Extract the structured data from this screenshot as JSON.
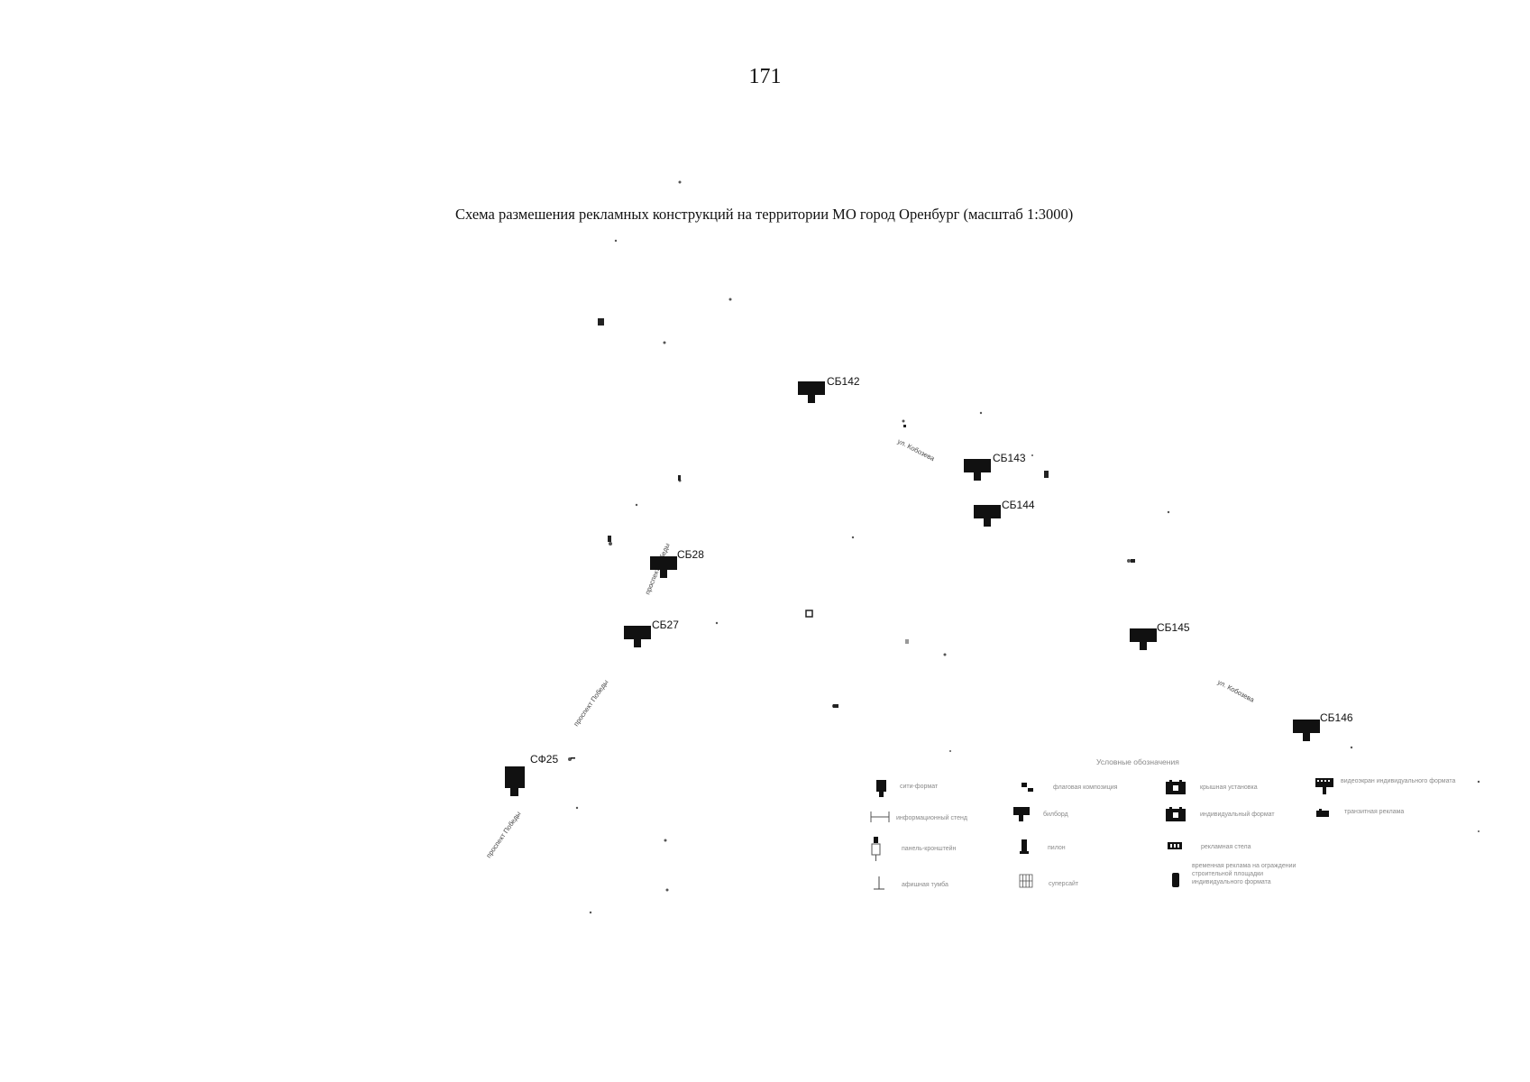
{
  "page_number": "171",
  "map": {
    "title": "Схема размешения рекламных конструкций на территории МО город Оренбург (масштаб 1:3000)",
    "markers": [
      {
        "id": "sb142",
        "label": "СБ142",
        "type": "billboard"
      },
      {
        "id": "sb143",
        "label": "СБ143",
        "type": "billboard"
      },
      {
        "id": "sb144",
        "label": "СБ144",
        "type": "billboard"
      },
      {
        "id": "sb28",
        "label": "СБ28",
        "type": "billboard"
      },
      {
        "id": "sb27",
        "label": "СБ27",
        "type": "billboard"
      },
      {
        "id": "sb145",
        "label": "СБ145",
        "type": "billboard"
      },
      {
        "id": "sb146",
        "label": "СБ146",
        "type": "billboard"
      },
      {
        "id": "sf25",
        "label": "СФ25",
        "type": "city-format"
      }
    ],
    "streets": [
      {
        "id": "street-pobedy-1",
        "label": "проспект Победы"
      },
      {
        "id": "street-pobedy-2",
        "label": "проспект Победы"
      },
      {
        "id": "street-pobedy-3",
        "label": "проспект Победы"
      },
      {
        "id": "street-upper",
        "label": "ул. Кобозева"
      },
      {
        "id": "street-lower",
        "label": "ул. Кобозева"
      }
    ]
  },
  "legend": {
    "title": "Условные обозначения",
    "items": [
      {
        "icon": "city-format-icon",
        "label": "сити-формат"
      },
      {
        "icon": "flag-composition-icon",
        "label": "флаговая композиция"
      },
      {
        "icon": "roof-installation-icon",
        "label": "крышная установка"
      },
      {
        "icon": "video-screen-icon",
        "label": "видеоэкран индивидуального формата"
      },
      {
        "icon": "info-stand-icon",
        "label": "информационный стенд"
      },
      {
        "icon": "billboard-icon",
        "label": "билборд"
      },
      {
        "icon": "individual-format-icon",
        "label": "индивидуальный формат"
      },
      {
        "icon": "transit-advertising-icon",
        "label": "транзитная реклама"
      },
      {
        "icon": "panel-bracket-icon",
        "label": "панель-кронштейн"
      },
      {
        "icon": "pylon-icon",
        "label": "пилон"
      },
      {
        "icon": "advertising-stand-icon",
        "label": "рекламная стела"
      },
      {
        "icon": "poster-stand-icon",
        "label": "афишная тумба"
      },
      {
        "icon": "super-site-icon",
        "label": "суперсайт"
      },
      {
        "icon": "special-structure-icon",
        "label": "временная реклама на ограждении строительной площадки индивидуального формата"
      }
    ]
  },
  "colors": {
    "marker": "#111111",
    "background": "#ffffff",
    "legend_text": "#8a8a8a"
  }
}
